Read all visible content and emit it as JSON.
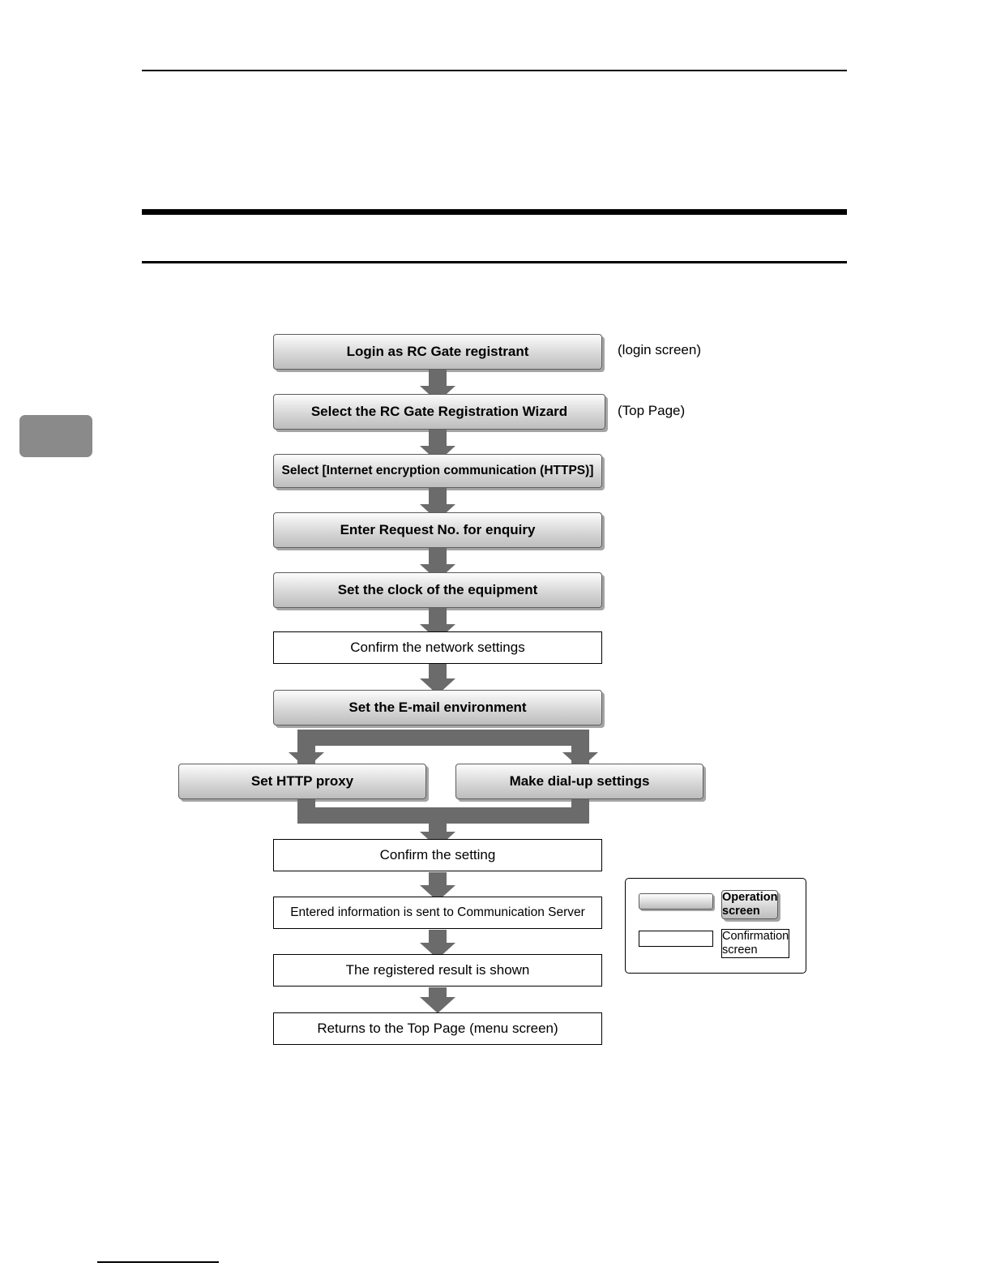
{
  "page": {
    "side_tab": "",
    "annotations": [
      {
        "name": "login-screen-note",
        "text": "(login screen)"
      },
      {
        "name": "top-page-note",
        "text": "(Top Page)"
      }
    ]
  },
  "flow": {
    "nodes": [
      {
        "id": "login",
        "label": "Login as RC Gate registrant",
        "type": "operation"
      },
      {
        "id": "wizard",
        "label": "Select the RC Gate Registration Wizard",
        "type": "operation"
      },
      {
        "id": "https",
        "label": "Select [Internet encryption communication (HTTPS)]",
        "type": "operation"
      },
      {
        "id": "request-no",
        "label": "Enter Request No. for enquiry",
        "type": "operation"
      },
      {
        "id": "clock",
        "label": "Set the clock of the equipment",
        "type": "operation"
      },
      {
        "id": "network",
        "label": "Confirm the network settings",
        "type": "confirmation"
      },
      {
        "id": "email",
        "label": "Set the E-mail environment",
        "type": "operation"
      },
      {
        "id": "http-proxy",
        "label": "Set HTTP proxy",
        "type": "operation"
      },
      {
        "id": "dial-up",
        "label": "Make dial-up settings",
        "type": "operation"
      },
      {
        "id": "confirm",
        "label": "Confirm the setting",
        "type": "confirmation"
      },
      {
        "id": "sent",
        "label": "Entered information is sent to Communication Server",
        "type": "confirmation"
      },
      {
        "id": "result",
        "label": "The registered result is shown",
        "type": "confirmation"
      },
      {
        "id": "return-top",
        "label": "Returns to the Top Page (menu screen)",
        "type": "confirmation"
      }
    ]
  },
  "legend": {
    "operation_label": "Operation\nscreen",
    "operation_label_line1": "Operation",
    "operation_label_line2": "screen",
    "confirmation_label_line1": "Confirmation",
    "confirmation_label_line2": "screen"
  },
  "colors": {
    "arrow": "#6b6b6b",
    "operation_border": "#5d5d5d",
    "side_tab": "#8a8a8a",
    "rule": "#000000"
  }
}
